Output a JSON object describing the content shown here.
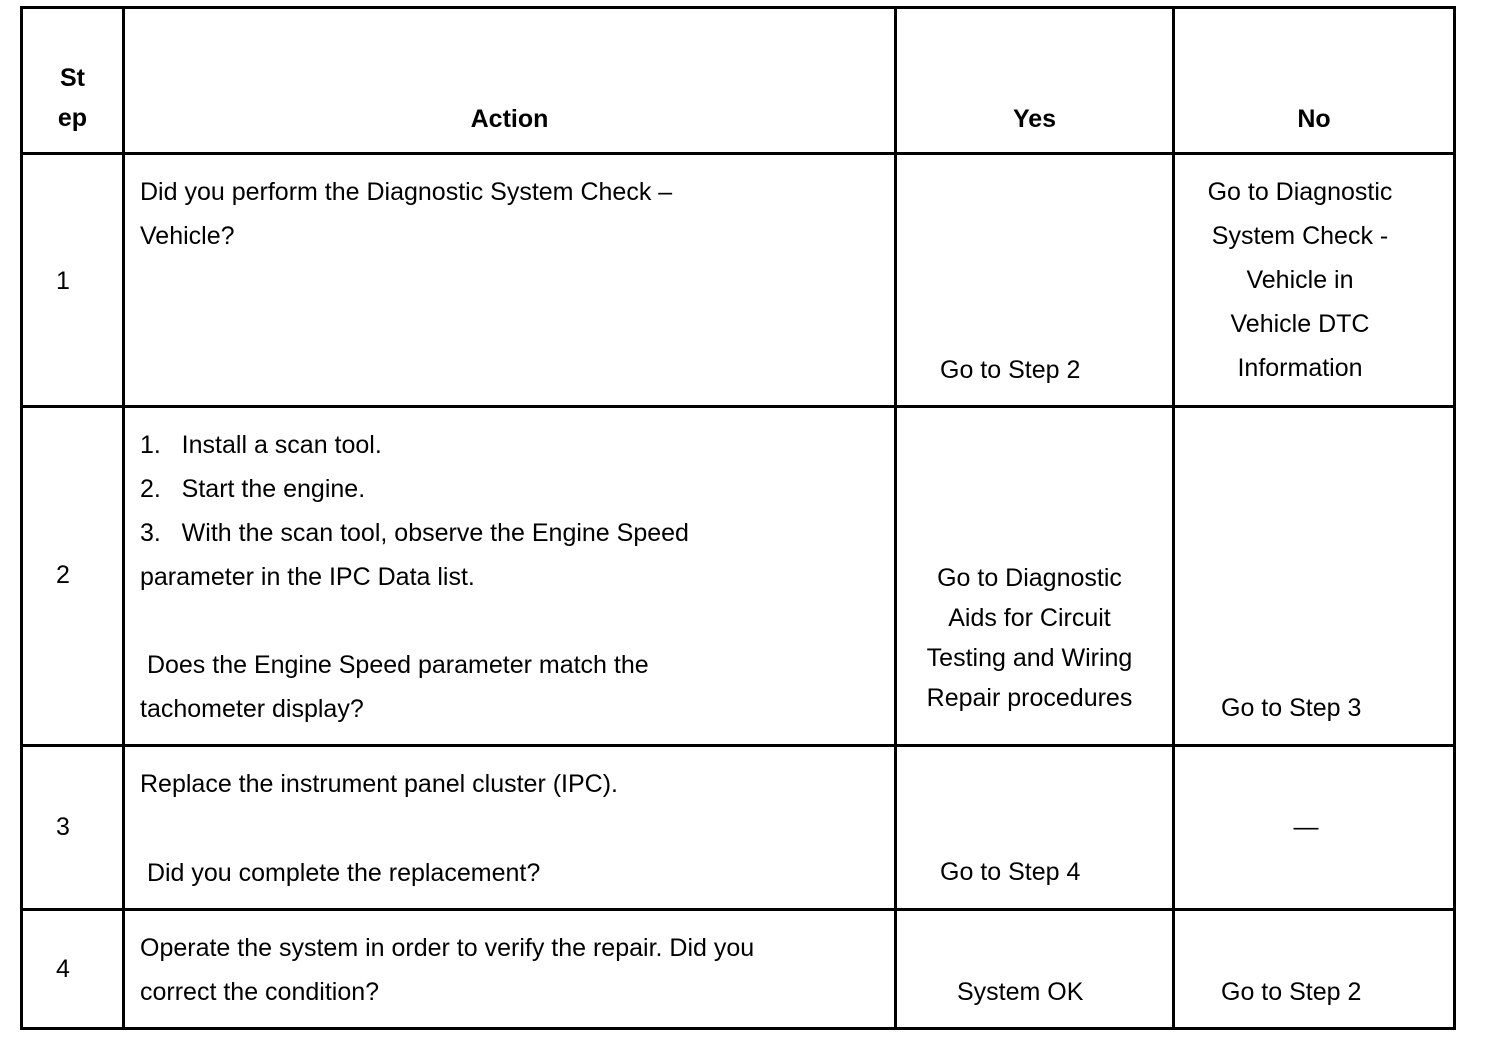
{
  "table": {
    "headers": {
      "step": "St\nep",
      "action": "Action",
      "yes": "Yes",
      "no": "No"
    },
    "rows": [
      {
        "step": "1",
        "action": "Did you perform the Diagnostic System Check –\nVehicle?",
        "yes": "Go to Step 2",
        "no": "Go to Diagnostic\nSystem Check -\nVehicle in\nVehicle DTC\nInformation"
      },
      {
        "step": "2",
        "action_steps": [
          "1.   Install a scan tool.",
          "2.   Start the engine.",
          "3.   With the scan tool, observe the Engine Speed\nparameter in the IPC Data list."
        ],
        "action_question": " Does the Engine Speed parameter match the\ntachometer display?",
        "yes": "Go to Diagnostic\nAids for Circuit\nTesting and Wiring\nRepair procedures",
        "no": "Go to Step 3"
      },
      {
        "step": "3",
        "action": "Replace the instrument panel cluster (IPC).",
        "action_question": " Did you complete the replacement?",
        "yes": "Go to Step 4",
        "no": "—"
      },
      {
        "step": "4",
        "action": "Operate the system in order to verify the repair. Did you\ncorrect the condition?",
        "yes": "System OK",
        "no": "Go to Step 2"
      }
    ]
  }
}
